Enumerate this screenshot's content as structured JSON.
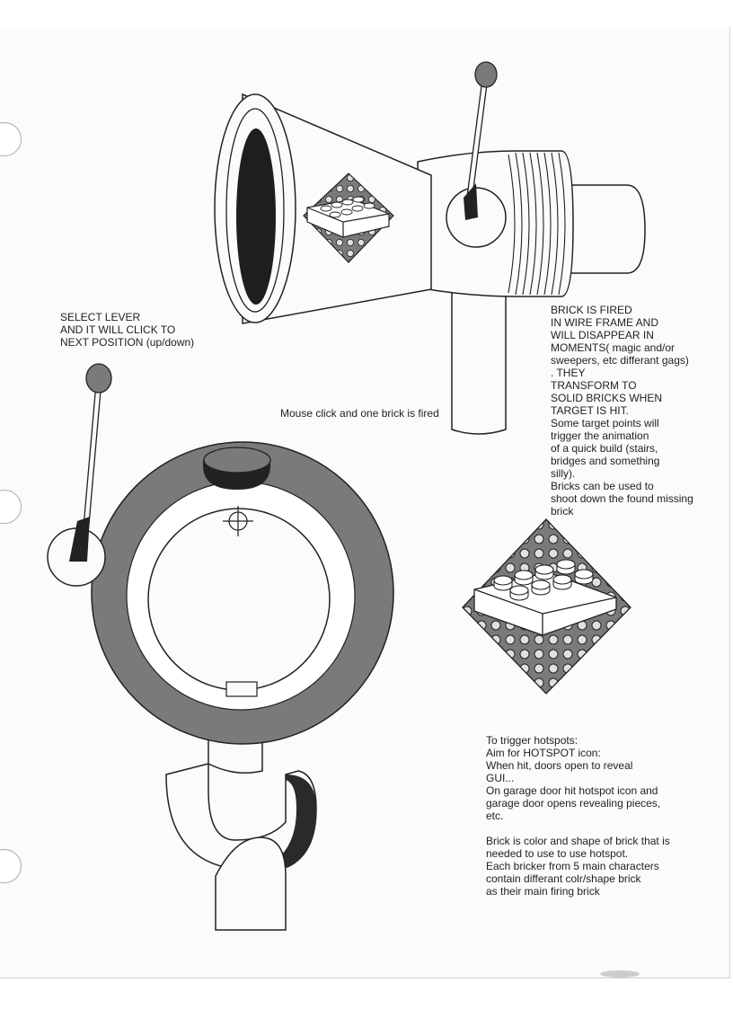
{
  "notes": {
    "select_lever": "SELECT LEVER\nAND  IT WILL CLICK TO\nNEXT  POSITION (up/down)",
    "brick_fired": "BRICK IS  FIRED\nIN WIRE FRAME AND\nWILL DISAPPEAR IN\nMOMENTS( magic and/or\nsweepers, etc differant gags)\n. THEY\nTRANSFORM TO\nSOLID BRICKS WHEN\nTARGET IS HIT.\nSome target points will\ntrigger the animation\nof a quick build (stairs,\nbridges and something\nsilly).\nBricks can be used to\nshoot down the found missing\n        brick",
    "mouse_click": "Mouse click and one brick is fired",
    "hotspots": "To trigger hotspots:\nAim for HOTSPOT icon:\nWhen hit, doors open to reveal\nGUI...\nOn garage door hit hotspot icon and\ngarage door opens revealing pieces,\netc.\n\nBrick is color and shape of brick that is\nneeded to use to use hotspot.\nEach bricker from 5 main characters\ncontain differant colr/shape brick\nas their main firing brick"
  },
  "colors": {
    "ink": "#222222",
    "dark_fill": "#7a7a7a",
    "paper": "#fbfbfb"
  }
}
